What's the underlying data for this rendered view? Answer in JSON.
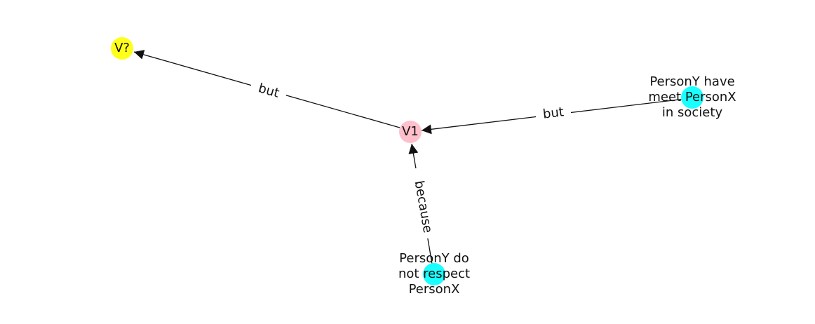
{
  "nodes": [
    {
      "id": "v_unknown",
      "label": "V?",
      "color": "#ffff1a"
    },
    {
      "id": "v1",
      "label": "V1",
      "color": "#ffc0cb"
    },
    {
      "id": "persony_met",
      "label": [
        "PersonY have",
        "meet PersonX",
        "in society"
      ],
      "color": "#1affff"
    },
    {
      "id": "persony_respect",
      "label": [
        "PersonY do",
        "not respect",
        "PersonX"
      ],
      "color": "#1affff"
    }
  ],
  "edges": [
    {
      "from": "v1",
      "to": "v_unknown",
      "label": "but"
    },
    {
      "from": "persony_met",
      "to": "v1",
      "label": "but"
    },
    {
      "from": "persony_respect",
      "to": "v1",
      "label": "because"
    }
  ],
  "colors": {
    "edge": "#111111",
    "text": "#111111",
    "background": "#ffffff"
  }
}
